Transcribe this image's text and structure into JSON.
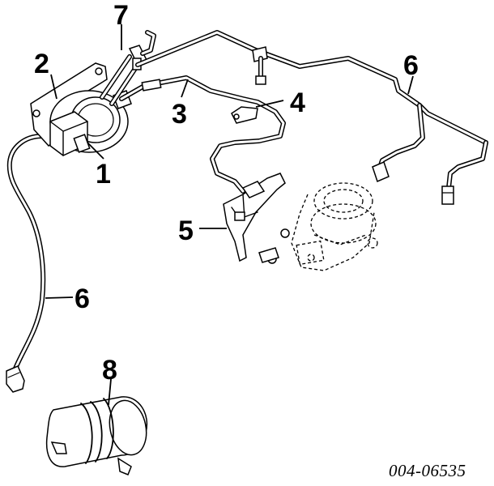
{
  "callouts": {
    "c1": "1",
    "c2": "2",
    "c3": "3",
    "c4": "4",
    "c5": "5",
    "c6a": "6",
    "c6b": "6",
    "c7": "7",
    "c8": "8"
  },
  "reference_number": "004-06535"
}
